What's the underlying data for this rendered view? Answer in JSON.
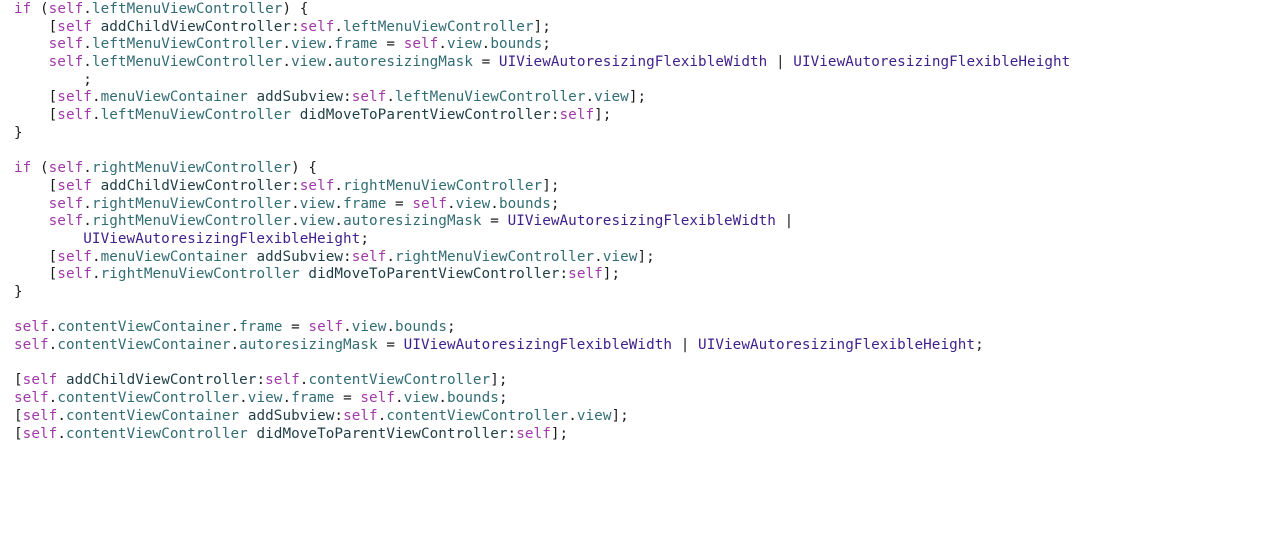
{
  "editor": {
    "lines": [
      [
        [
          "keyword",
          "if"
        ],
        [
          "plain",
          " ("
        ],
        [
          "self",
          "self"
        ],
        [
          "plain",
          "."
        ],
        [
          "prop",
          "leftMenuViewController"
        ],
        [
          "plain",
          ") {"
        ]
      ],
      [
        [
          "plain",
          "    ["
        ],
        [
          "self",
          "self"
        ],
        [
          "plain",
          " "
        ],
        [
          "method",
          "addChildViewController"
        ],
        [
          "plain",
          ":"
        ],
        [
          "self",
          "self"
        ],
        [
          "plain",
          "."
        ],
        [
          "prop",
          "leftMenuViewController"
        ],
        [
          "plain",
          "];"
        ]
      ],
      [
        [
          "plain",
          "    "
        ],
        [
          "self",
          "self"
        ],
        [
          "plain",
          "."
        ],
        [
          "prop",
          "leftMenuViewController"
        ],
        [
          "plain",
          "."
        ],
        [
          "prop",
          "view"
        ],
        [
          "plain",
          "."
        ],
        [
          "prop",
          "frame"
        ],
        [
          "plain",
          " = "
        ],
        [
          "self",
          "self"
        ],
        [
          "plain",
          "."
        ],
        [
          "prop",
          "view"
        ],
        [
          "plain",
          "."
        ],
        [
          "prop",
          "bounds"
        ],
        [
          "plain",
          ";"
        ]
      ],
      [
        [
          "plain",
          "    "
        ],
        [
          "self",
          "self"
        ],
        [
          "plain",
          "."
        ],
        [
          "prop",
          "leftMenuViewController"
        ],
        [
          "plain",
          "."
        ],
        [
          "prop",
          "view"
        ],
        [
          "plain",
          "."
        ],
        [
          "prop",
          "autoresizingMask"
        ],
        [
          "plain",
          " = "
        ],
        [
          "const",
          "UIViewAutoresizingFlexibleWidth"
        ],
        [
          "plain",
          " | "
        ],
        [
          "const",
          "UIViewAutoresizingFlexibleHeight"
        ]
      ],
      [
        [
          "plain",
          "        ;"
        ]
      ],
      [
        [
          "plain",
          "    ["
        ],
        [
          "self",
          "self"
        ],
        [
          "plain",
          "."
        ],
        [
          "prop",
          "menuViewContainer"
        ],
        [
          "plain",
          " "
        ],
        [
          "method",
          "addSubview"
        ],
        [
          "plain",
          ":"
        ],
        [
          "self",
          "self"
        ],
        [
          "plain",
          "."
        ],
        [
          "prop",
          "leftMenuViewController"
        ],
        [
          "plain",
          "."
        ],
        [
          "prop",
          "view"
        ],
        [
          "plain",
          "];"
        ]
      ],
      [
        [
          "plain",
          "    ["
        ],
        [
          "self",
          "self"
        ],
        [
          "plain",
          "."
        ],
        [
          "prop",
          "leftMenuViewController"
        ],
        [
          "plain",
          " "
        ],
        [
          "method",
          "didMoveToParentViewController"
        ],
        [
          "plain",
          ":"
        ],
        [
          "self",
          "self"
        ],
        [
          "plain",
          "];"
        ]
      ],
      [
        [
          "plain",
          "}"
        ]
      ],
      [
        [
          "plain",
          ""
        ]
      ],
      [
        [
          "keyword",
          "if"
        ],
        [
          "plain",
          " ("
        ],
        [
          "self",
          "self"
        ],
        [
          "plain",
          "."
        ],
        [
          "prop",
          "rightMenuViewController"
        ],
        [
          "plain",
          ") {"
        ]
      ],
      [
        [
          "plain",
          "    ["
        ],
        [
          "self",
          "self"
        ],
        [
          "plain",
          " "
        ],
        [
          "method",
          "addChildViewController"
        ],
        [
          "plain",
          ":"
        ],
        [
          "self",
          "self"
        ],
        [
          "plain",
          "."
        ],
        [
          "prop",
          "rightMenuViewController"
        ],
        [
          "plain",
          "];"
        ]
      ],
      [
        [
          "plain",
          "    "
        ],
        [
          "self",
          "self"
        ],
        [
          "plain",
          "."
        ],
        [
          "prop",
          "rightMenuViewController"
        ],
        [
          "plain",
          "."
        ],
        [
          "prop",
          "view"
        ],
        [
          "plain",
          "."
        ],
        [
          "prop",
          "frame"
        ],
        [
          "plain",
          " = "
        ],
        [
          "self",
          "self"
        ],
        [
          "plain",
          "."
        ],
        [
          "prop",
          "view"
        ],
        [
          "plain",
          "."
        ],
        [
          "prop",
          "bounds"
        ],
        [
          "plain",
          ";"
        ]
      ],
      [
        [
          "plain",
          "    "
        ],
        [
          "self",
          "self"
        ],
        [
          "plain",
          "."
        ],
        [
          "prop",
          "rightMenuViewController"
        ],
        [
          "plain",
          "."
        ],
        [
          "prop",
          "view"
        ],
        [
          "plain",
          "."
        ],
        [
          "prop",
          "autoresizingMask"
        ],
        [
          "plain",
          " = "
        ],
        [
          "const",
          "UIViewAutoresizingFlexibleWidth"
        ],
        [
          "plain",
          " |"
        ]
      ],
      [
        [
          "plain",
          "        "
        ],
        [
          "const",
          "UIViewAutoresizingFlexibleHeight"
        ],
        [
          "plain",
          ";"
        ]
      ],
      [
        [
          "plain",
          "    ["
        ],
        [
          "self",
          "self"
        ],
        [
          "plain",
          "."
        ],
        [
          "prop",
          "menuViewContainer"
        ],
        [
          "plain",
          " "
        ],
        [
          "method",
          "addSubview"
        ],
        [
          "plain",
          ":"
        ],
        [
          "self",
          "self"
        ],
        [
          "plain",
          "."
        ],
        [
          "prop",
          "rightMenuViewController"
        ],
        [
          "plain",
          "."
        ],
        [
          "prop",
          "view"
        ],
        [
          "plain",
          "];"
        ]
      ],
      [
        [
          "plain",
          "    ["
        ],
        [
          "self",
          "self"
        ],
        [
          "plain",
          "."
        ],
        [
          "prop",
          "rightMenuViewController"
        ],
        [
          "plain",
          " "
        ],
        [
          "method",
          "didMoveToParentViewController"
        ],
        [
          "plain",
          ":"
        ],
        [
          "self",
          "self"
        ],
        [
          "plain",
          "];"
        ]
      ],
      [
        [
          "plain",
          "}"
        ]
      ],
      [
        [
          "plain",
          ""
        ]
      ],
      [
        [
          "self",
          "self"
        ],
        [
          "plain",
          "."
        ],
        [
          "prop",
          "contentViewContainer"
        ],
        [
          "plain",
          "."
        ],
        [
          "prop",
          "frame"
        ],
        [
          "plain",
          " = "
        ],
        [
          "self",
          "self"
        ],
        [
          "plain",
          "."
        ],
        [
          "prop",
          "view"
        ],
        [
          "plain",
          "."
        ],
        [
          "prop",
          "bounds"
        ],
        [
          "plain",
          ";"
        ]
      ],
      [
        [
          "self",
          "self"
        ],
        [
          "plain",
          "."
        ],
        [
          "prop",
          "contentViewContainer"
        ],
        [
          "plain",
          "."
        ],
        [
          "prop",
          "autoresizingMask"
        ],
        [
          "plain",
          " = "
        ],
        [
          "const",
          "UIViewAutoresizingFlexibleWidth"
        ],
        [
          "plain",
          " | "
        ],
        [
          "const",
          "UIViewAutoresizingFlexibleHeight"
        ],
        [
          "plain",
          ";"
        ]
      ],
      [
        [
          "plain",
          ""
        ]
      ],
      [
        [
          "plain",
          "["
        ],
        [
          "self",
          "self"
        ],
        [
          "plain",
          " "
        ],
        [
          "method",
          "addChildViewController"
        ],
        [
          "plain",
          ":"
        ],
        [
          "self",
          "self"
        ],
        [
          "plain",
          "."
        ],
        [
          "prop",
          "contentViewController"
        ],
        [
          "plain",
          "];"
        ]
      ],
      [
        [
          "self",
          "self"
        ],
        [
          "plain",
          "."
        ],
        [
          "prop",
          "contentViewController"
        ],
        [
          "plain",
          "."
        ],
        [
          "prop",
          "view"
        ],
        [
          "plain",
          "."
        ],
        [
          "prop",
          "frame"
        ],
        [
          "plain",
          " = "
        ],
        [
          "self",
          "self"
        ],
        [
          "plain",
          "."
        ],
        [
          "prop",
          "view"
        ],
        [
          "plain",
          "."
        ],
        [
          "prop",
          "bounds"
        ],
        [
          "plain",
          ";"
        ]
      ],
      [
        [
          "plain",
          "["
        ],
        [
          "self",
          "self"
        ],
        [
          "plain",
          "."
        ],
        [
          "prop",
          "contentViewContainer"
        ],
        [
          "plain",
          " "
        ],
        [
          "method",
          "addSubview"
        ],
        [
          "plain",
          ":"
        ],
        [
          "self",
          "self"
        ],
        [
          "plain",
          "."
        ],
        [
          "prop",
          "contentViewController"
        ],
        [
          "plain",
          "."
        ],
        [
          "prop",
          "view"
        ],
        [
          "plain",
          "];"
        ]
      ],
      [
        [
          "plain",
          "["
        ],
        [
          "self",
          "self"
        ],
        [
          "plain",
          "."
        ],
        [
          "prop",
          "contentViewController"
        ],
        [
          "plain",
          " "
        ],
        [
          "method",
          "didMoveToParentViewController"
        ],
        [
          "plain",
          ":"
        ],
        [
          "self",
          "self"
        ],
        [
          "plain",
          "];"
        ]
      ]
    ]
  }
}
